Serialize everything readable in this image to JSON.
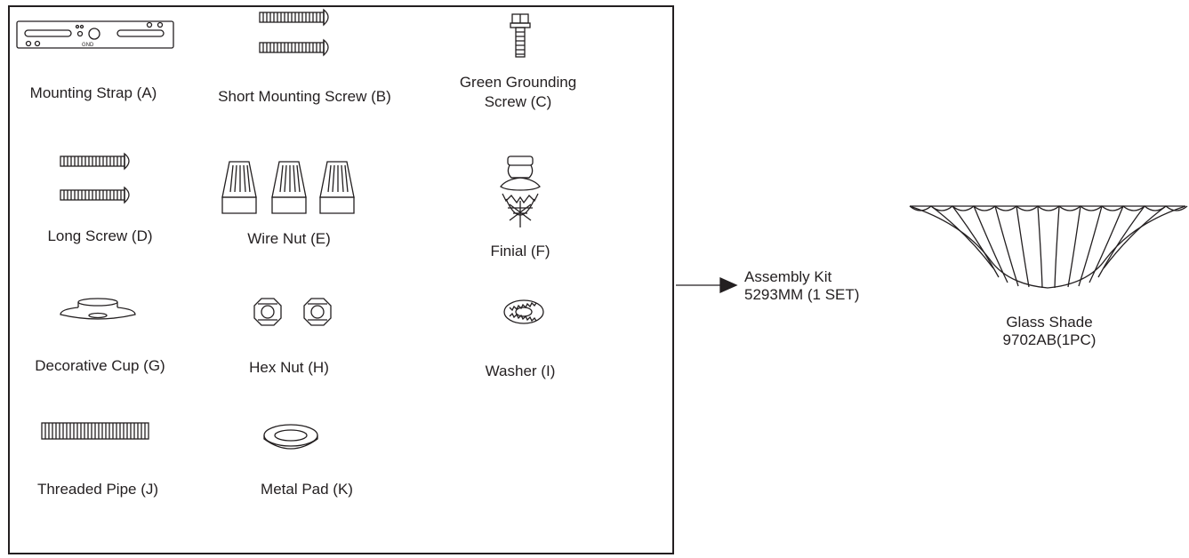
{
  "parts": [
    {
      "id": "A",
      "label": "Mounting Strap (A)",
      "marking": "GND"
    },
    {
      "id": "B",
      "label": "Short Mounting Screw (B)"
    },
    {
      "id": "C",
      "label_line1": "Green Grounding",
      "label_line2": "Screw (C)"
    },
    {
      "id": "D",
      "label": "Long Screw (D)"
    },
    {
      "id": "E",
      "label": "Wire Nut (E)"
    },
    {
      "id": "F",
      "label": "Finial (F)"
    },
    {
      "id": "G",
      "label": "Decorative Cup (G)"
    },
    {
      "id": "H",
      "label": "Hex Nut (H)"
    },
    {
      "id": "I",
      "label": "Washer (I)"
    },
    {
      "id": "J",
      "label": "Threaded Pipe (J)"
    },
    {
      "id": "K",
      "label": "Metal Pad (K)"
    }
  ],
  "assembly_kit": {
    "line1": "Assembly Kit",
    "line2": "5293MM (1 SET)"
  },
  "glass_shade": {
    "line1": "Glass Shade",
    "line2": "9702AB(1PC)"
  }
}
